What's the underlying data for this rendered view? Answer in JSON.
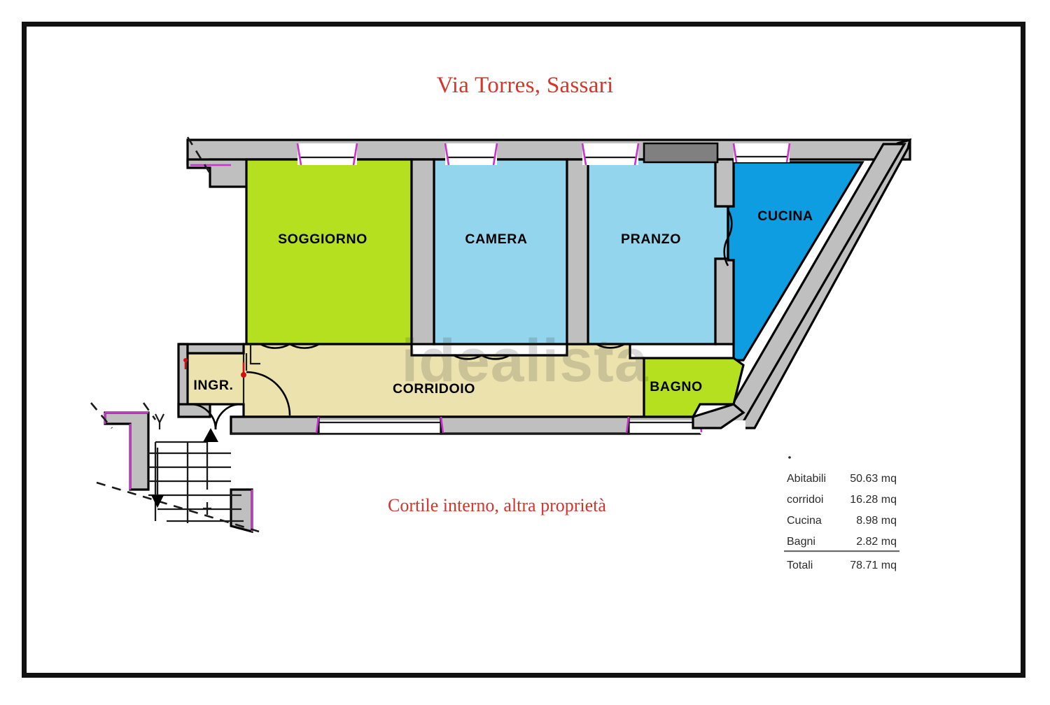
{
  "document": {
    "title": "Via Torres, Sassari",
    "note": "Cortile interno, altra proprietà",
    "watermark": "idealista"
  },
  "rooms": [
    {
      "key": "soggiorno",
      "label": "SOGGIORNO",
      "color": "#b4e01f"
    },
    {
      "key": "camera",
      "label": "CAMERA",
      "color": "#92d5ec"
    },
    {
      "key": "pranzo",
      "label": "PRANZO",
      "color": "#92d5ec"
    },
    {
      "key": "cucina",
      "label": "CUCINA",
      "color": "#0e9de0"
    },
    {
      "key": "ingresso",
      "label": "INGR.",
      "color": "#ece2ae"
    },
    {
      "key": "corridoio",
      "label": "CORRIDOIO",
      "color": "#ece2ae"
    },
    {
      "key": "bagno",
      "label": "BAGNO",
      "color": "#b4e01f"
    }
  ],
  "areas": {
    "unit": "mq",
    "rows": [
      {
        "label": "Abitabili",
        "value": "50.63 mq"
      },
      {
        "label": "corridoi",
        "value": "16.28 mq"
      },
      {
        "label": "Cucina",
        "value": "8.98 mq"
      },
      {
        "label": "Bagni",
        "value": "2.82 mq"
      }
    ],
    "total": {
      "label": "Totali",
      "value": "78.71 mq"
    }
  },
  "colors": {
    "wall": "#bfbfbf",
    "outline": "#000000",
    "reveal": "#cc33cc",
    "accent_red": "#d8342b",
    "frame": "#111111"
  }
}
